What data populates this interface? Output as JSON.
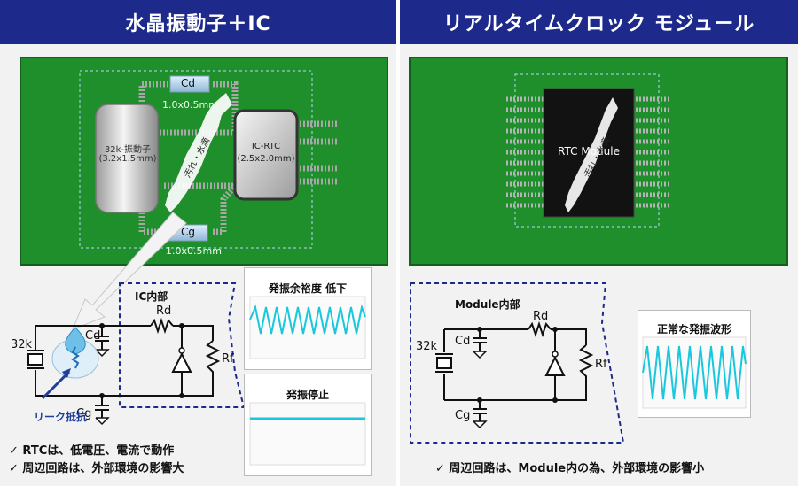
{
  "left_panel": {
    "title": "水晶振動子＋IC",
    "cd_label": "Cd",
    "cd_size": "1.0x0.5mm",
    "cg_label": "Cg",
    "cg_size": "1.0x0.5mm",
    "crystal_label": "32k-振動子",
    "crystal_size": "(3.2x1.5mm)",
    "ic_label": "IC-RTC",
    "ic_size": "(2.5x2.0mm)",
    "contamination": "汚れ・水滴",
    "circuit": {
      "ic_inside": "IC内部",
      "rd": "Rd",
      "rf": "Rf",
      "cd": "Cd",
      "cg": "Cg",
      "xtal": "32k",
      "leak": "リーク抵抗"
    },
    "scope_top_title": "発振余裕度 低下",
    "scope_bottom_title": "発振停止",
    "notes": [
      "✓ RTCは、低電圧、電流で動作",
      "✓ 周辺回路は、外部環境の影響大"
    ]
  },
  "right_panel": {
    "title": "リアルタイムクロック モジュール",
    "module_label": "RTC Module",
    "contamination": "汚れ・水滴",
    "circuit": {
      "module_inside": "Module内部",
      "rd": "Rd",
      "rf": "Rf",
      "cd": "Cd",
      "cg": "Cg",
      "xtal": "32k"
    },
    "scope_title": "正常な発振波形",
    "note": "✓ 周辺回路は、Module内の為、外部環境の影響小"
  },
  "colors": {
    "header_bg": "#1d2a8c",
    "pcb_green": "#1e8f2a",
    "wave_cyan": "#19c8dc",
    "dashed_box": "#1d2a8c"
  }
}
